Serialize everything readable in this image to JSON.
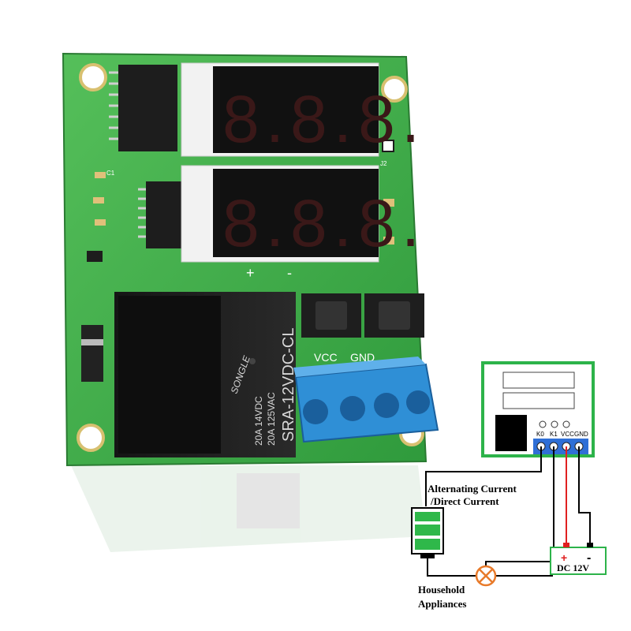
{
  "board": {
    "top_display": "8.8.8.",
    "bottom_display": "8.8.8.",
    "relay": {
      "model": "SRA-12VDC-CL",
      "rating_1": "20A 14VDC",
      "rating_2": "20A 125VAC",
      "brand": "SONGLE"
    },
    "silk": {
      "plus": "+",
      "minus": "-",
      "vcc": "VCC",
      "gnd": "GND",
      "j2": "J2",
      "c1": "C1"
    }
  },
  "schematic": {
    "terminals": [
      "K0",
      "K1",
      "VCC",
      "GND"
    ],
    "source_label_1": "Alternating Current",
    "source_label_2": "/Direct Current",
    "appliance_label_1": "Household",
    "appliance_label_2": "Appliances",
    "dc_label": "DC 12V",
    "dc_plus": "+",
    "dc_minus": "-"
  },
  "colors": {
    "pcb_green": "#3fae48",
    "terminal_blue": "#2f8fd6",
    "wire_red": "#e02020",
    "battery_green": "#2fb84a",
    "schematic_frame": "#2db34a"
  }
}
